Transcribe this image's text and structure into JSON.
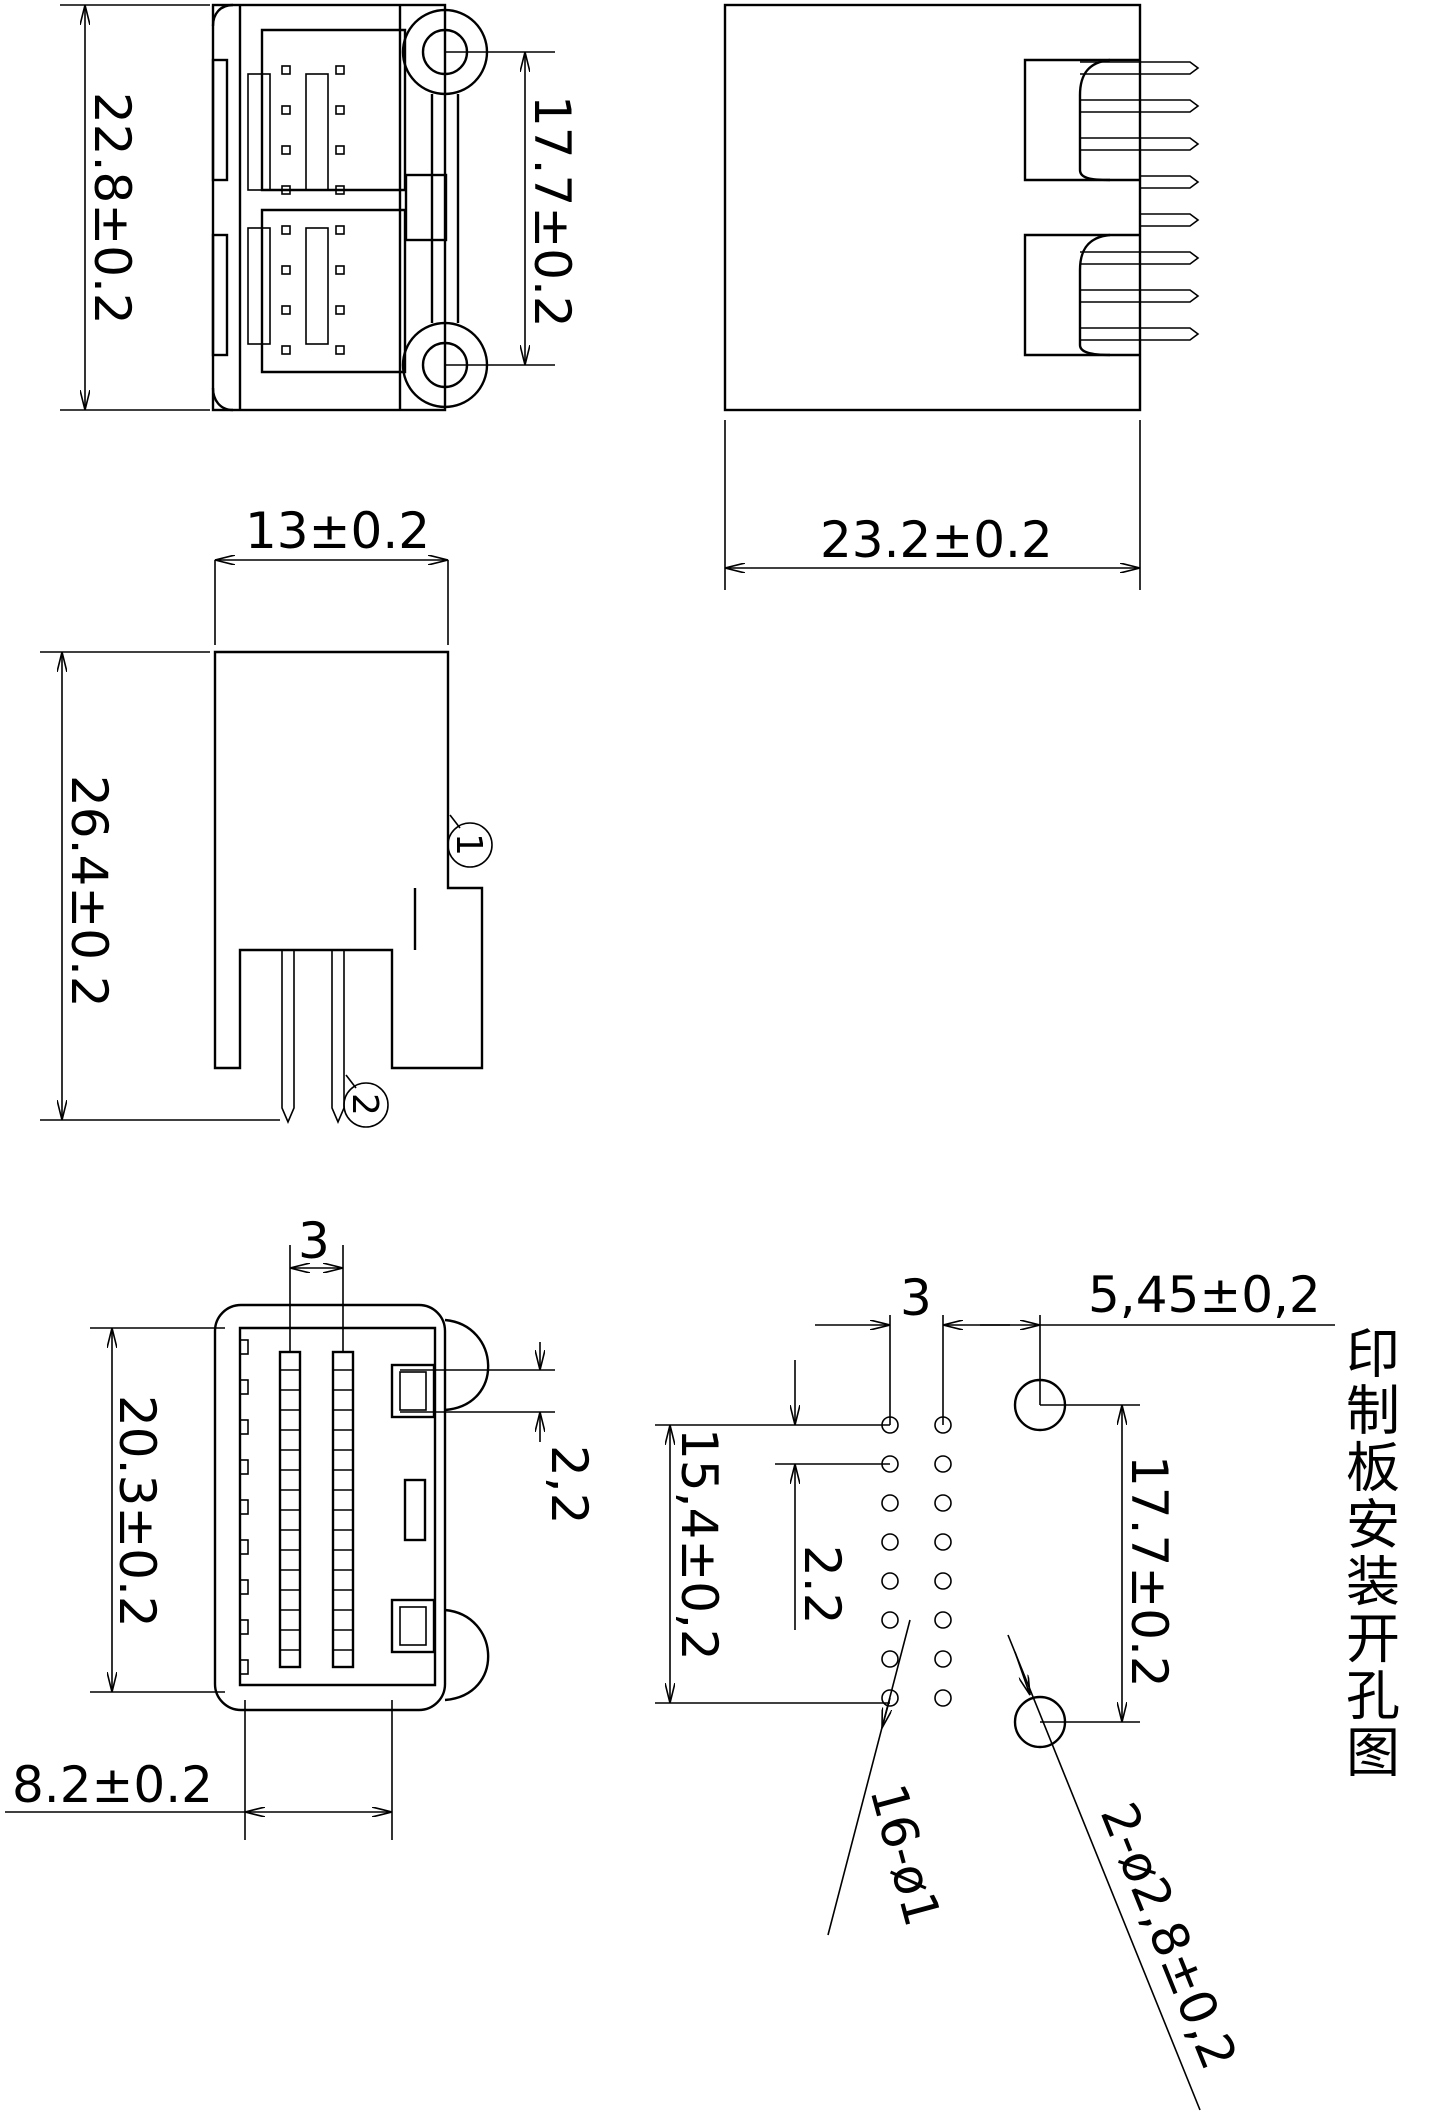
{
  "dimensions": {
    "top_left_height": "22.8±0.2",
    "top_left_hole_pitch": "17.7±0.2",
    "top_right_width": "23.2±0.2",
    "side_depth": "13±0.2",
    "side_height": "26.4±0.2",
    "bottom_pin_pitch": "3",
    "bottom_width": "20.3±0.2",
    "bottom_row_pitch": "2,2",
    "bottom_offset": "8.2±0.2",
    "pcb_pin_pitch": "3",
    "pcb_hole_offset": "5,45±0,2",
    "pcb_pin_span": "15,4±0,2",
    "pcb_row_pitch": "2.2",
    "pcb_hole_pitch": "17.7±0.2",
    "pcb_pin_holes": "16-ø1",
    "pcb_mount_holes": "2-ø2,8±0,2"
  },
  "callouts": {
    "one": "1",
    "two": "2"
  },
  "caption": "印制板安装开孔图"
}
